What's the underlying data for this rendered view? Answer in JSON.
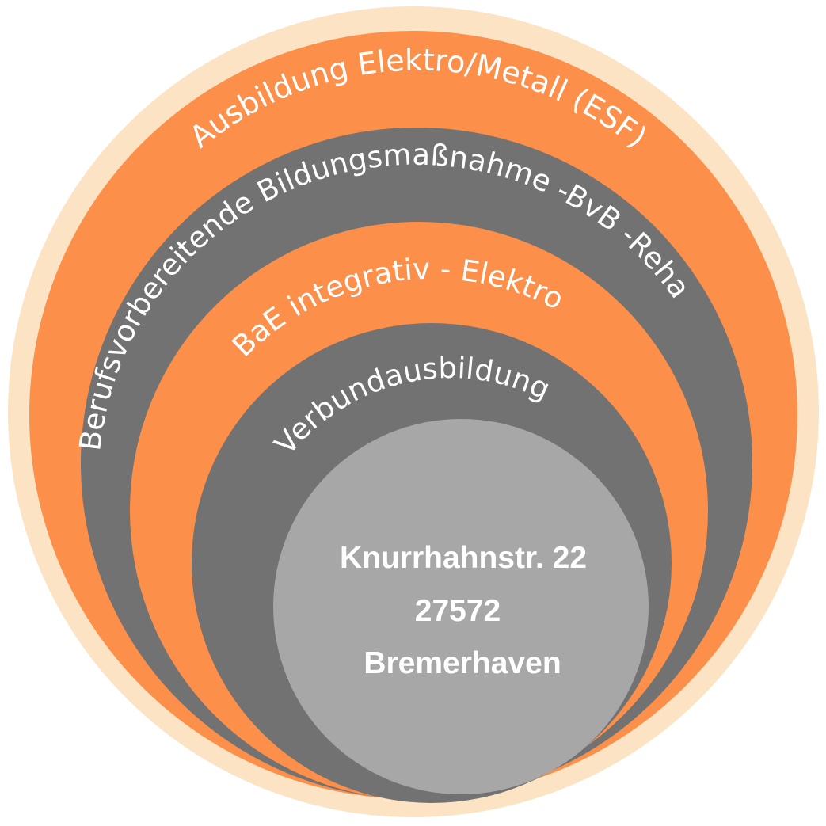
{
  "colors": {
    "beige": "#FBE3C4",
    "orange": "#FC8F49",
    "dark_gray": "#727272",
    "light_gray": "#A7A7A7",
    "text": "#FFFFFF"
  },
  "rings": [
    {
      "label": "Ausbildung  Elektro/Metall (ESF)",
      "color": "orange"
    },
    {
      "label": "Berufsvorbereitende Bildungsmaßnahme -BvB -Reha",
      "color": "dark_gray"
    },
    {
      "label": "BaE integrativ  - Elektro",
      "color": "orange"
    },
    {
      "label": "Verbundausbildung",
      "color": "dark_gray"
    }
  ],
  "center": {
    "line1": "Knurrhahnstr. 22",
    "line2": "27572",
    "line3": "Bremerhaven",
    "color": "light_gray"
  }
}
